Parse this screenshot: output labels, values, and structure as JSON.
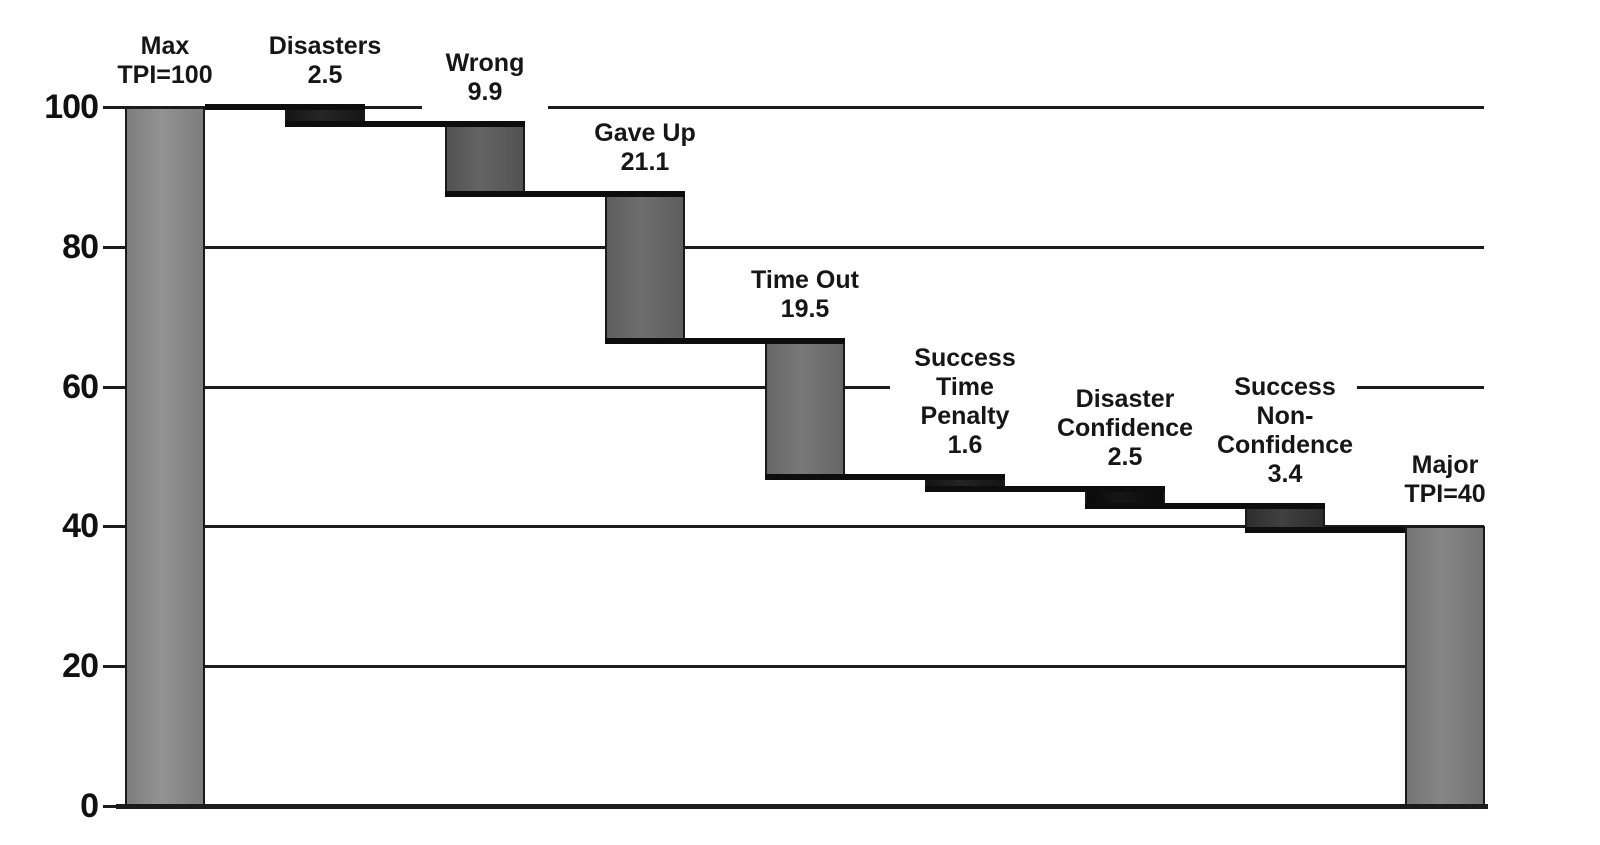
{
  "chart_data": {
    "type": "waterfall",
    "title": "",
    "xlabel": "",
    "ylabel": "",
    "ylim": [
      0,
      100
    ],
    "yticks": [
      100,
      80,
      60,
      40,
      20,
      0
    ],
    "grid": "horizontal",
    "legend": "none",
    "start_label": "Max TPI=100",
    "end_label": "Major TPI=40",
    "total_decrease": 60.5,
    "bars": [
      {
        "label_lines": [
          "Max",
          "TPI=100"
        ],
        "kind": "total",
        "start": 0,
        "end": 100,
        "value": 100,
        "fill_edge": "#7d7d7d",
        "fill_mid": "#939393"
      },
      {
        "label_lines": [
          "Disasters",
          "2.5"
        ],
        "kind": "decrease",
        "start": 100,
        "end": 97.5,
        "value": 2.5,
        "fill_edge": "#151515",
        "fill_mid": "#262626"
      },
      {
        "label_lines": [
          "Wrong",
          "9.9"
        ],
        "kind": "decrease",
        "start": 97.5,
        "end": 87.6,
        "value": 9.9,
        "fill_edge": "#525252",
        "fill_mid": "#646464"
      },
      {
        "label_lines": [
          "Gave Up",
          "21.1"
        ],
        "kind": "decrease",
        "start": 87.6,
        "end": 66.5,
        "value": 21.1,
        "fill_edge": "#5e5e5e",
        "fill_mid": "#6e6e6e"
      },
      {
        "label_lines": [
          "Time Out",
          "19.5"
        ],
        "kind": "decrease",
        "start": 66.5,
        "end": 47.0,
        "value": 19.5,
        "fill_edge": "#666666",
        "fill_mid": "#787878"
      },
      {
        "label_lines": [
          "Success",
          "Time",
          "Penalty",
          "1.6"
        ],
        "kind": "decrease",
        "start": 47.0,
        "end": 45.4,
        "value": 1.6,
        "fill_edge": "#141414",
        "fill_mid": "#242424"
      },
      {
        "label_lines": [
          "Disaster",
          "Confidence",
          "2.5"
        ],
        "kind": "decrease",
        "start": 45.4,
        "end": 42.9,
        "value": 2.5,
        "fill_edge": "#0a0a0a",
        "fill_mid": "#161616"
      },
      {
        "label_lines": [
          "Success",
          "Non-",
          "Confidence",
          "3.4"
        ],
        "kind": "decrease",
        "start": 42.9,
        "end": 39.5,
        "value": 3.4,
        "fill_edge": "#2e2e2e",
        "fill_mid": "#404040"
      },
      {
        "label_lines": [
          "Major",
          "TPI=40"
        ],
        "kind": "total",
        "start": 0,
        "end": 40,
        "value": 40,
        "fill_edge": "#747474",
        "fill_mid": "#868686"
      }
    ],
    "colors": {
      "background": "#ffffff",
      "gridline": "#1c1c1c",
      "connector": "#0d0d0d",
      "bar_border": "#1a1a1a",
      "text": "#111111"
    }
  }
}
